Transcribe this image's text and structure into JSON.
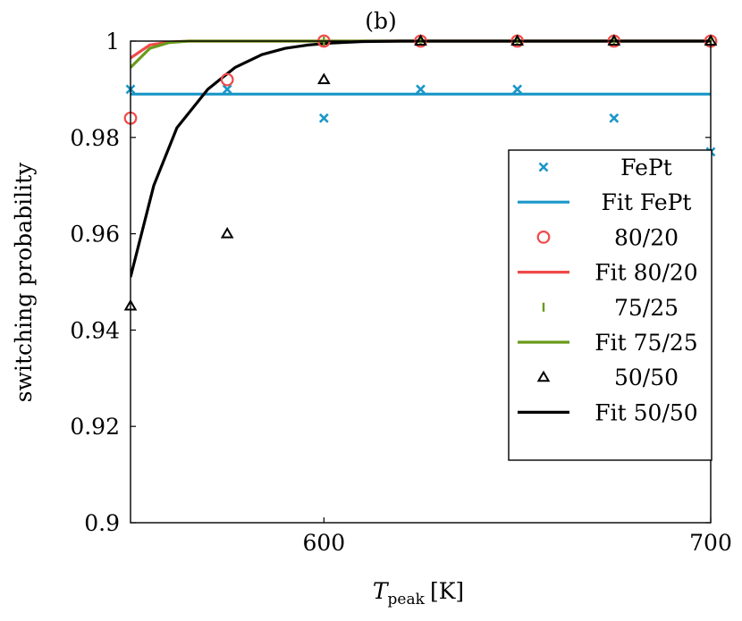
{
  "chart_data": {
    "type": "scatter",
    "title": "(b)",
    "xlabel": {
      "main": "T",
      "sub": "peak",
      "unit": "[K]"
    },
    "ylabel": "switching probability",
    "xlim": [
      550,
      700
    ],
    "ylim": [
      0.9,
      1.0
    ],
    "xticks": [
      600,
      700
    ],
    "yticks": [
      0.9,
      0.92,
      0.94,
      0.96,
      0.98,
      1
    ],
    "ytick_labels": [
      "0.9",
      "0.92",
      "0.94",
      "0.96",
      "0.98",
      "1"
    ],
    "xtick_labels": [
      "600",
      "700"
    ],
    "grid": false,
    "legend_position": "right",
    "series": [
      {
        "name": "FePt",
        "kind": "markers",
        "marker": "x",
        "color": "#1a96c8",
        "x": [
          550,
          575,
          600,
          625,
          650,
          675,
          700
        ],
        "y": [
          0.99,
          0.99,
          0.984,
          0.99,
          0.99,
          0.984,
          0.977
        ]
      },
      {
        "name": "Fit FePt",
        "kind": "line",
        "color": "#1a96c8",
        "x": [
          550,
          700
        ],
        "y": [
          0.989,
          0.989
        ]
      },
      {
        "name": "80/20",
        "kind": "markers",
        "marker": "circle",
        "color": "#f04a4a",
        "x": [
          550,
          575,
          600,
          625,
          650,
          675,
          700
        ],
        "y": [
          0.984,
          0.992,
          1.0,
          1.0,
          1.0,
          1.0,
          1.0
        ]
      },
      {
        "name": "Fit 80/20",
        "kind": "line",
        "color": "#f04a4a",
        "x": [
          550,
          555,
          560,
          565,
          570,
          575,
          580,
          590,
          600,
          700
        ],
        "y": [
          0.9965,
          0.9992,
          0.9998,
          1.0,
          1.0,
          1.0,
          1.0,
          1.0,
          1.0,
          1.0
        ]
      },
      {
        "name": "75/25",
        "kind": "markers",
        "marker": "vbar",
        "color": "#6a9a1a",
        "x": [
          600,
          625,
          650,
          675,
          700
        ],
        "y": [
          1.0,
          1.0,
          1.0,
          1.0,
          1.0
        ]
      },
      {
        "name": "Fit 75/25",
        "kind": "line",
        "color": "#6a9a1a",
        "x": [
          550,
          555,
          560,
          565,
          570,
          575,
          580,
          590,
          600,
          700
        ],
        "y": [
          0.9945,
          0.9985,
          0.9997,
          1.0,
          1.0,
          1.0,
          1.0,
          1.0,
          1.0,
          1.0
        ]
      },
      {
        "name": "50/50",
        "kind": "markers",
        "marker": "triangle",
        "color": "#000000",
        "x": [
          550,
          575,
          600,
          625,
          650,
          675,
          700
        ],
        "y": [
          0.945,
          0.96,
          0.992,
          1.0,
          1.0,
          1.0,
          1.0
        ]
      },
      {
        "name": "Fit 50/50",
        "kind": "line",
        "color": "#000000",
        "x": [
          550,
          556,
          562,
          570,
          577,
          584,
          590,
          596,
          602,
          610,
          620,
          630,
          640,
          660,
          700
        ],
        "y": [
          0.951,
          0.97,
          0.982,
          0.99,
          0.9945,
          0.9972,
          0.9985,
          0.9992,
          0.9996,
          0.9999,
          1.0,
          1.0,
          1.0,
          1.0,
          1.0
        ]
      }
    ]
  }
}
